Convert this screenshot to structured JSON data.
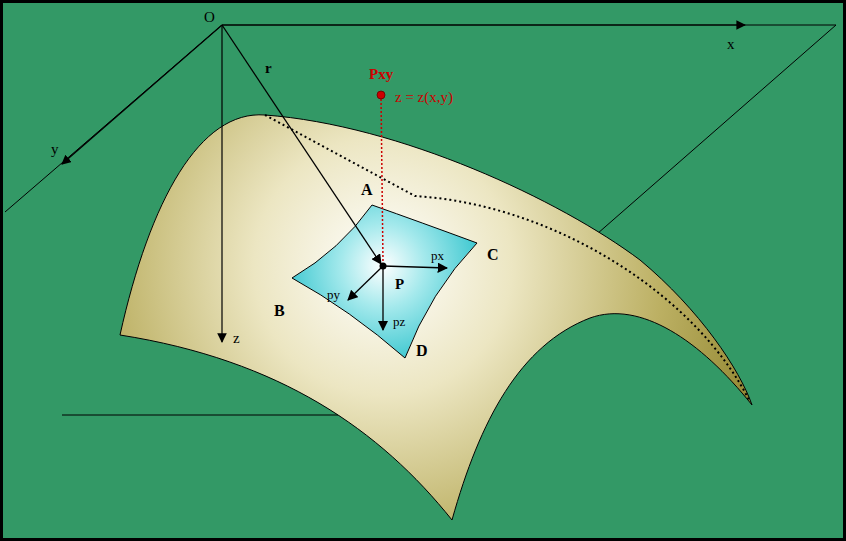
{
  "diagram": {
    "labels": [
      "O",
      "x",
      "y",
      "z",
      "r",
      "Pxy",
      "z = z(x,y)",
      "A",
      "B",
      "C",
      "D",
      "P",
      "px",
      "py",
      "pz"
    ]
  }
}
